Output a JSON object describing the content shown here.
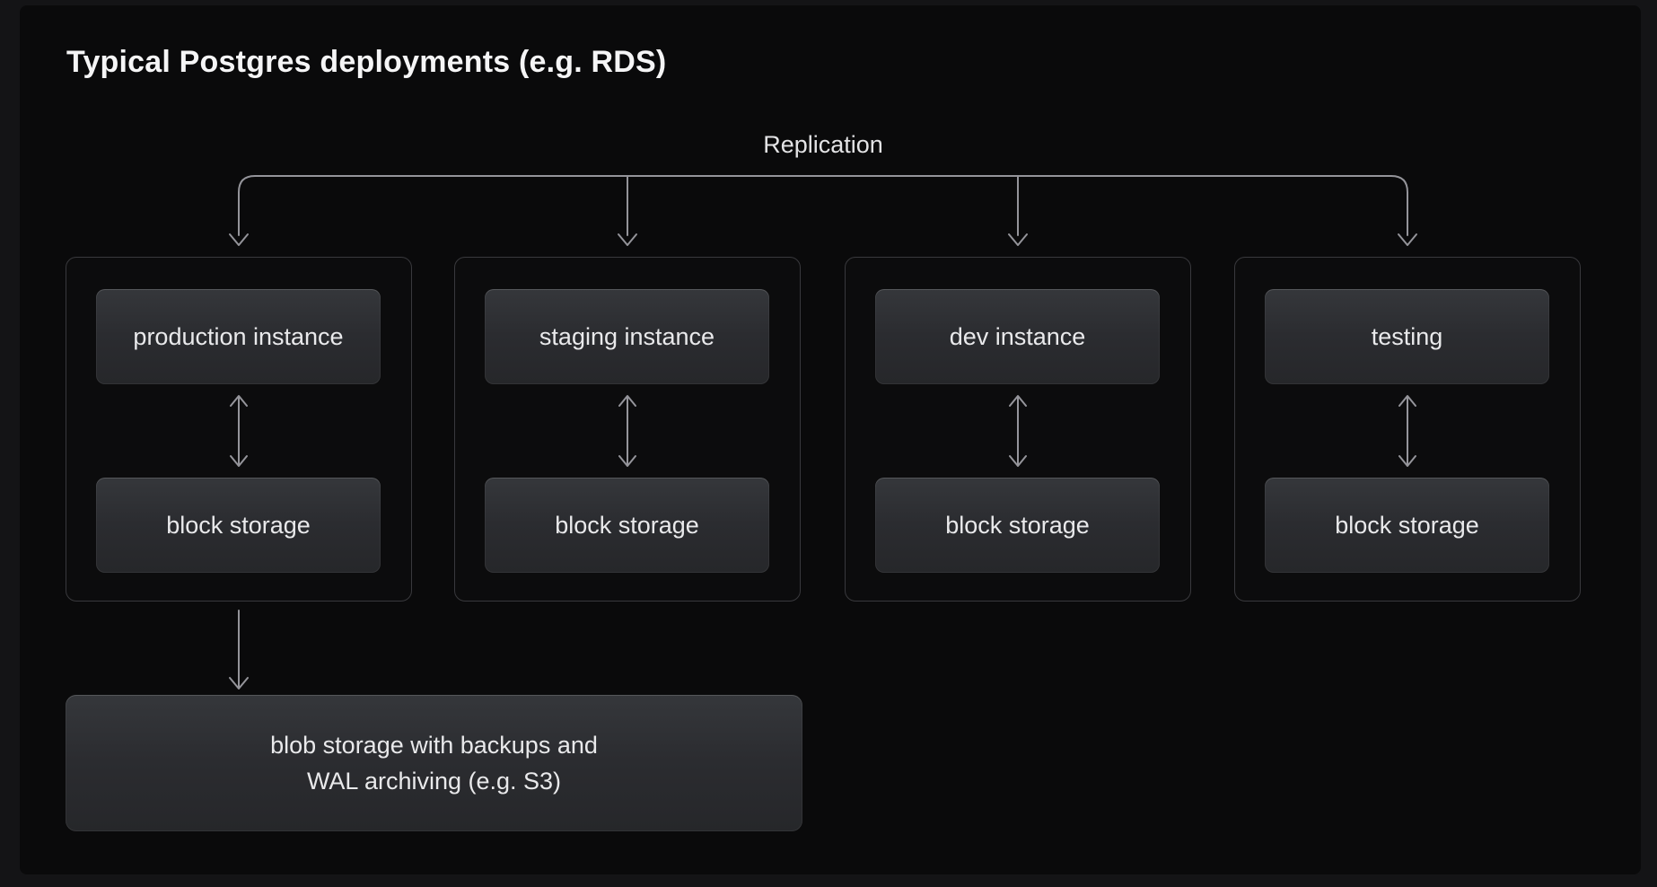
{
  "title": "Typical Postgres deployments (e.g. RDS)",
  "replication": {
    "label": "Replication"
  },
  "groups": [
    {
      "instance": "production instance",
      "storage": "block storage"
    },
    {
      "instance": "staging instance",
      "storage": "block storage"
    },
    {
      "instance": "dev instance",
      "storage": "block storage"
    },
    {
      "instance": "testing",
      "storage": "block storage"
    }
  ],
  "blob_storage": {
    "line1": "blob storage with backups and",
    "line2": "WAL archiving (e.g. S3)"
  },
  "colors": {
    "outer_background": "#141416",
    "canvas_background": "#0a0a0b",
    "node_fill_top": "#35373b",
    "node_fill_bottom": "#26272a",
    "group_border": "#39393d",
    "connector": "#94949a",
    "title_text": "#f5f5f6",
    "label_text": "#e3e3e5",
    "node_text": "#e9e9eb"
  }
}
